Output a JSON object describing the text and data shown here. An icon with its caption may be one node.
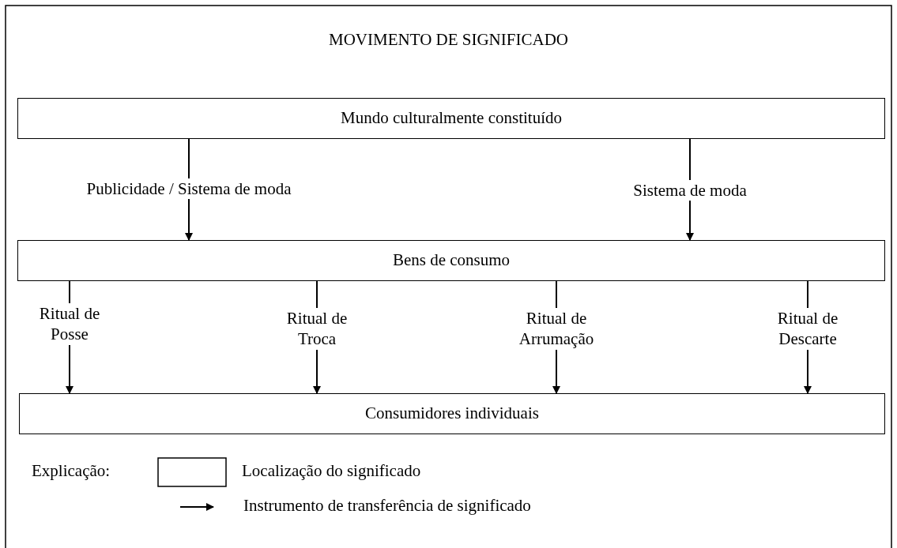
{
  "diagram": {
    "title": "MOVIMENTO DE SIGNIFICADO",
    "nodes": [
      {
        "text": [
          "Mundo culturalmente constituído"
        ]
      },
      {
        "text": [
          "Bens de consumo"
        ]
      },
      {
        "text": [
          "Consumidores individuais"
        ]
      }
    ],
    "edges": [
      {
        "from": 0,
        "to": 1,
        "arrow": "to",
        "label": "Publicidade / Sistema de moda"
      },
      {
        "from": 0,
        "to": 1,
        "arrow": "to",
        "label": "Sistema de moda"
      },
      {
        "from": 1,
        "to": 2,
        "arrow": "to",
        "label": "Ritual de Posse"
      },
      {
        "from": 1,
        "to": 2,
        "arrow": "to",
        "label": "Ritual de Troca"
      },
      {
        "from": 1,
        "to": 2,
        "arrow": "to",
        "label": "Ritual de Arrumação"
      },
      {
        "from": 1,
        "to": 2,
        "arrow": "to",
        "label": "Ritual de Descarte"
      }
    ],
    "labels": [
      "Explicação:"
    ],
    "legend": [
      {
        "text": "Localização do significado"
      },
      {
        "text": "Instrumento de transferência de significado"
      }
    ]
  }
}
